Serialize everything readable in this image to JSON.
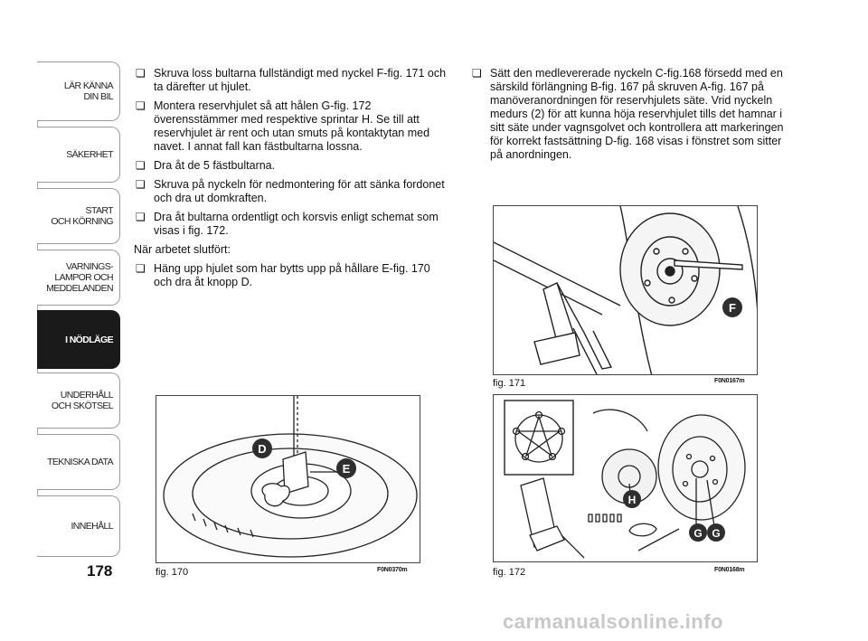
{
  "sidebar": {
    "tabs": [
      {
        "label": "LÄR KÄNNA\nDIN BIL"
      },
      {
        "label": "SÄKERHET"
      },
      {
        "label": "START\nOCH KÖRNING"
      },
      {
        "label": "VARNINGS-\nLAMPOR OCH\nMEDDELANDEN"
      },
      {
        "label": "I NÖDLÄGE",
        "active": true
      },
      {
        "label": "UNDERHÅLL\nOCH SKÖTSEL"
      },
      {
        "label": "TEKNISKA DATA"
      },
      {
        "label": "INNEHÅLL"
      }
    ]
  },
  "page_number": "178",
  "left_column": {
    "bullets_a": [
      "Skruva loss bultarna fullständigt med nyckel F-fig. 171 och ta därefter ut hjulet.",
      "Montera reservhjulet så att hålen G-fig. 172 överensstämmer med respektive sprintar H. Se till att reservhjulet är rent och utan smuts på kontaktytan med navet. I annat fall kan fästbultarna lossna.",
      "Dra åt de 5 fästbultarna.",
      "Skruva på nyckeln för nedmontering för att sänka fordonet och dra ut domkraften.",
      "Dra åt bultarna ordentligt och korsvis enligt schemat som visas i fig. 172."
    ],
    "paragraph": "När arbetet slutfört:",
    "bullets_b": [
      "Häng upp hjulet som har bytts upp på hållare E-fig. 170 och dra åt knopp D."
    ]
  },
  "right_column": {
    "bullets": [
      "Sätt den medlevererade nyckeln C-fig.168 försedd med en särskild förlängning B-fig. 167 på skruven A-fig. 167 på manöveranordningen för reservhjulets säte. Vrid nyckeln medurs (2) för att kunna höja reservhjulet tills det hamnar i sitt säte under vagnsgolvet och kontrollera att markeringen för korrekt fastsättning D-fig. 168 visas i fönstret som sitter på anordningen."
    ]
  },
  "figures": {
    "fig170": {
      "label": "fig. 170",
      "code": "F0N0370m",
      "callouts": [
        "D",
        "E"
      ]
    },
    "fig171": {
      "label": "fig. 171",
      "code": "F0N0167m",
      "callouts": [
        "F"
      ]
    },
    "fig172": {
      "label": "fig. 172",
      "code": "F0N0168m",
      "callouts": [
        "H",
        "G",
        "G"
      ]
    }
  },
  "watermark": "carmanualsonline.info"
}
